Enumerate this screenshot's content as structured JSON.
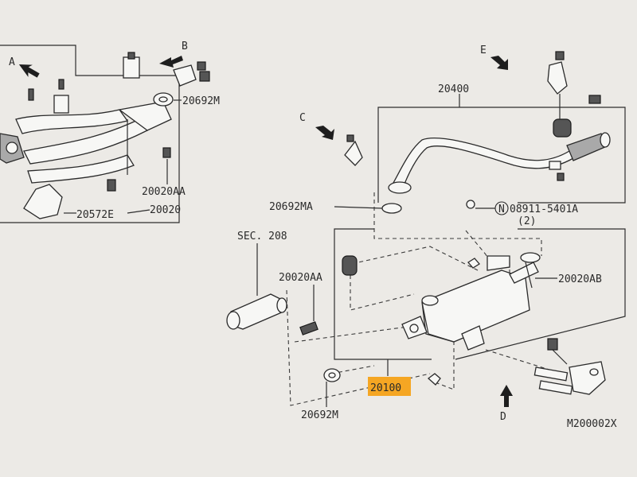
{
  "labels": {
    "arrow_a": "A",
    "arrow_b": "B",
    "arrow_c": "C",
    "arrow_d": "D",
    "arrow_e": "E",
    "p_20692m_top": "20692M",
    "p_20020aa_left": "20020AA",
    "p_20572e": "20572E",
    "p_20020": "20020",
    "p_20400": "20400",
    "p_20692ma": "20692MA",
    "p_nut_code": "08911-5401A",
    "p_nut_n": "N",
    "p_nut_qty": "(2)",
    "p_sec208": "SEC. 208",
    "p_20020aa_mid": "20020AA",
    "p_20020ab": "20020AB",
    "p_20100": "20100",
    "p_20692m_bottom": "20692M",
    "figure_code": "M200002X"
  },
  "colors": {
    "background": "#eceae6",
    "linework": "#2a2a2a",
    "highlight": "#f5a623"
  }
}
